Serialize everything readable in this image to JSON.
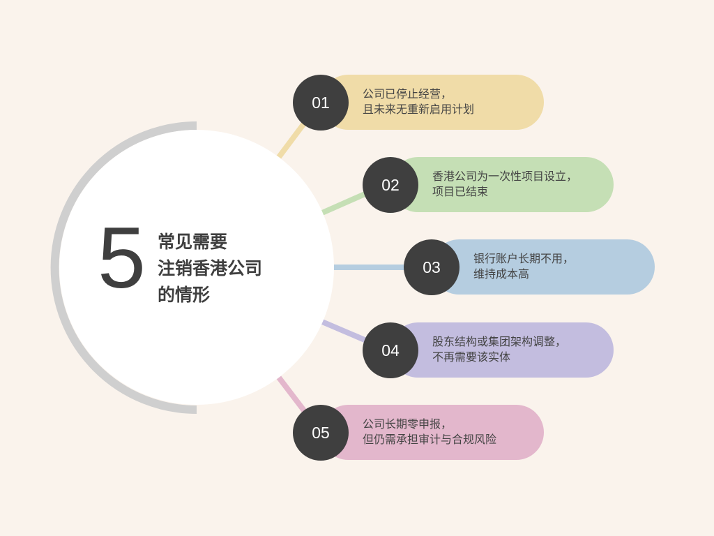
{
  "heading": {
    "number": "5",
    "lines": [
      "常见需要",
      "注销香港公司",
      "的情形"
    ]
  },
  "colors": {
    "background": "#faf3ec",
    "dark": "#3f3f3f",
    "ring": "#cfcfcf"
  },
  "items": [
    {
      "num": "01",
      "line1": "公司已停止经营，",
      "line2": "且未来无重新启用计划",
      "color": "#f0dca8"
    },
    {
      "num": "02",
      "line1": "香港公司为一次性项目设立，",
      "line2": "项目已结束",
      "color": "#c5dfb5"
    },
    {
      "num": "03",
      "line1": "银行账户长期不用，",
      "line2": "维持成本高",
      "color": "#b5cde0"
    },
    {
      "num": "04",
      "line1": "股东结构或集团架构调整，",
      "line2": "不再需要该实体",
      "color": "#c3bddf"
    },
    {
      "num": "05",
      "line1": "公司长期零申报，",
      "line2": "但仍需承担审计与合规风险",
      "color": "#e3b7cc"
    }
  ]
}
